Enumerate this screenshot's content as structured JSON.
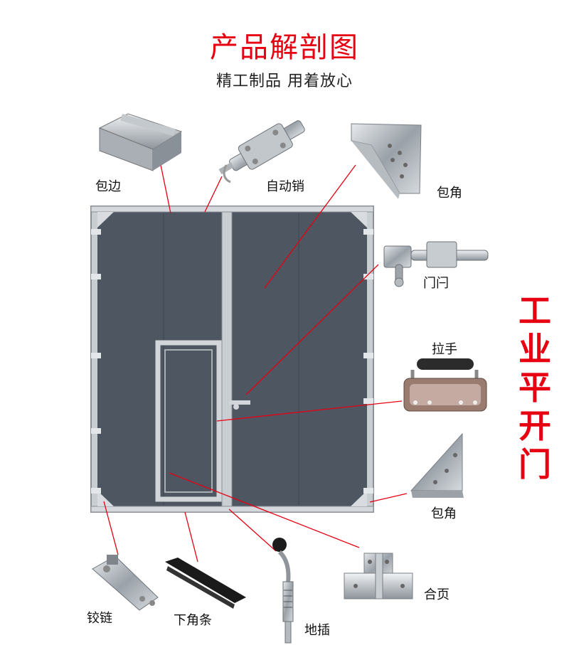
{
  "header": {
    "title": "产品解剖图",
    "subtitle": "精工制品  用着放心"
  },
  "side_title": "工业平开门",
  "labels": {
    "edge_wrap": "包边",
    "auto_pin": "自动销",
    "corner_top": "包角",
    "door_bolt": "门闩",
    "handle": "拉手",
    "corner_bottom": "包角",
    "hinge_leaf": "合页",
    "ground_bolt": "地插",
    "bottom_strip": "下角条",
    "hinge": "铰链"
  },
  "colors": {
    "accent_red": "#e60012",
    "panel": "#4e5661",
    "frame": "#c9ced3"
  }
}
